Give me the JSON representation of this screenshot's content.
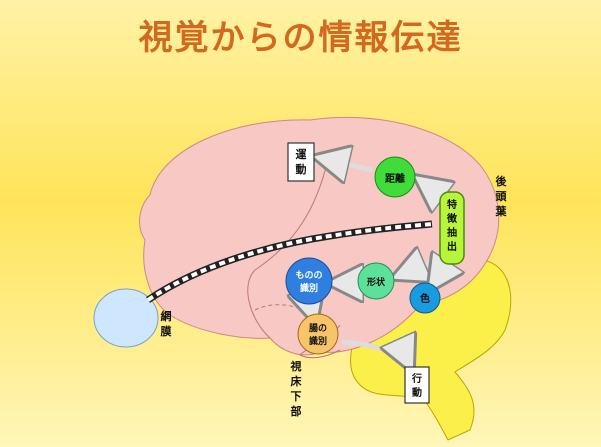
{
  "title": "視覚からの情報伝達",
  "labels": {
    "undou_1": "運",
    "undou_2": "動",
    "kyori": "距離",
    "tokucho_1": "特",
    "tokucho_2": "徴",
    "tokucho_3": "抽",
    "tokucho_4": "出",
    "kokotobu_1": "後",
    "kokotobu_2": "頭",
    "kokotobu_3": "葉",
    "mono_1": "ものの",
    "mono_2": "識別",
    "keijou": "形状",
    "iro": "色",
    "doukou_1": "網",
    "doukou_2": "膜",
    "jiko_1": "腸の",
    "jiko_2": "識別",
    "kousei_1": "行",
    "kousei_2": "動",
    "shishou_1": "視",
    "shishou_2": "床",
    "shishou_3": "下",
    "shishou_4": "部"
  },
  "colors": {
    "title": "#d2691e",
    "brain": "#f8c9c4",
    "brainstem": "#fbef4a",
    "eye": "#cfe6ff",
    "green": "#3fdc3a",
    "lightgreen": "#5ce09a",
    "blue": "#2f7fe0",
    "cyan": "#1a9be0",
    "orange": "#f8c46a"
  }
}
